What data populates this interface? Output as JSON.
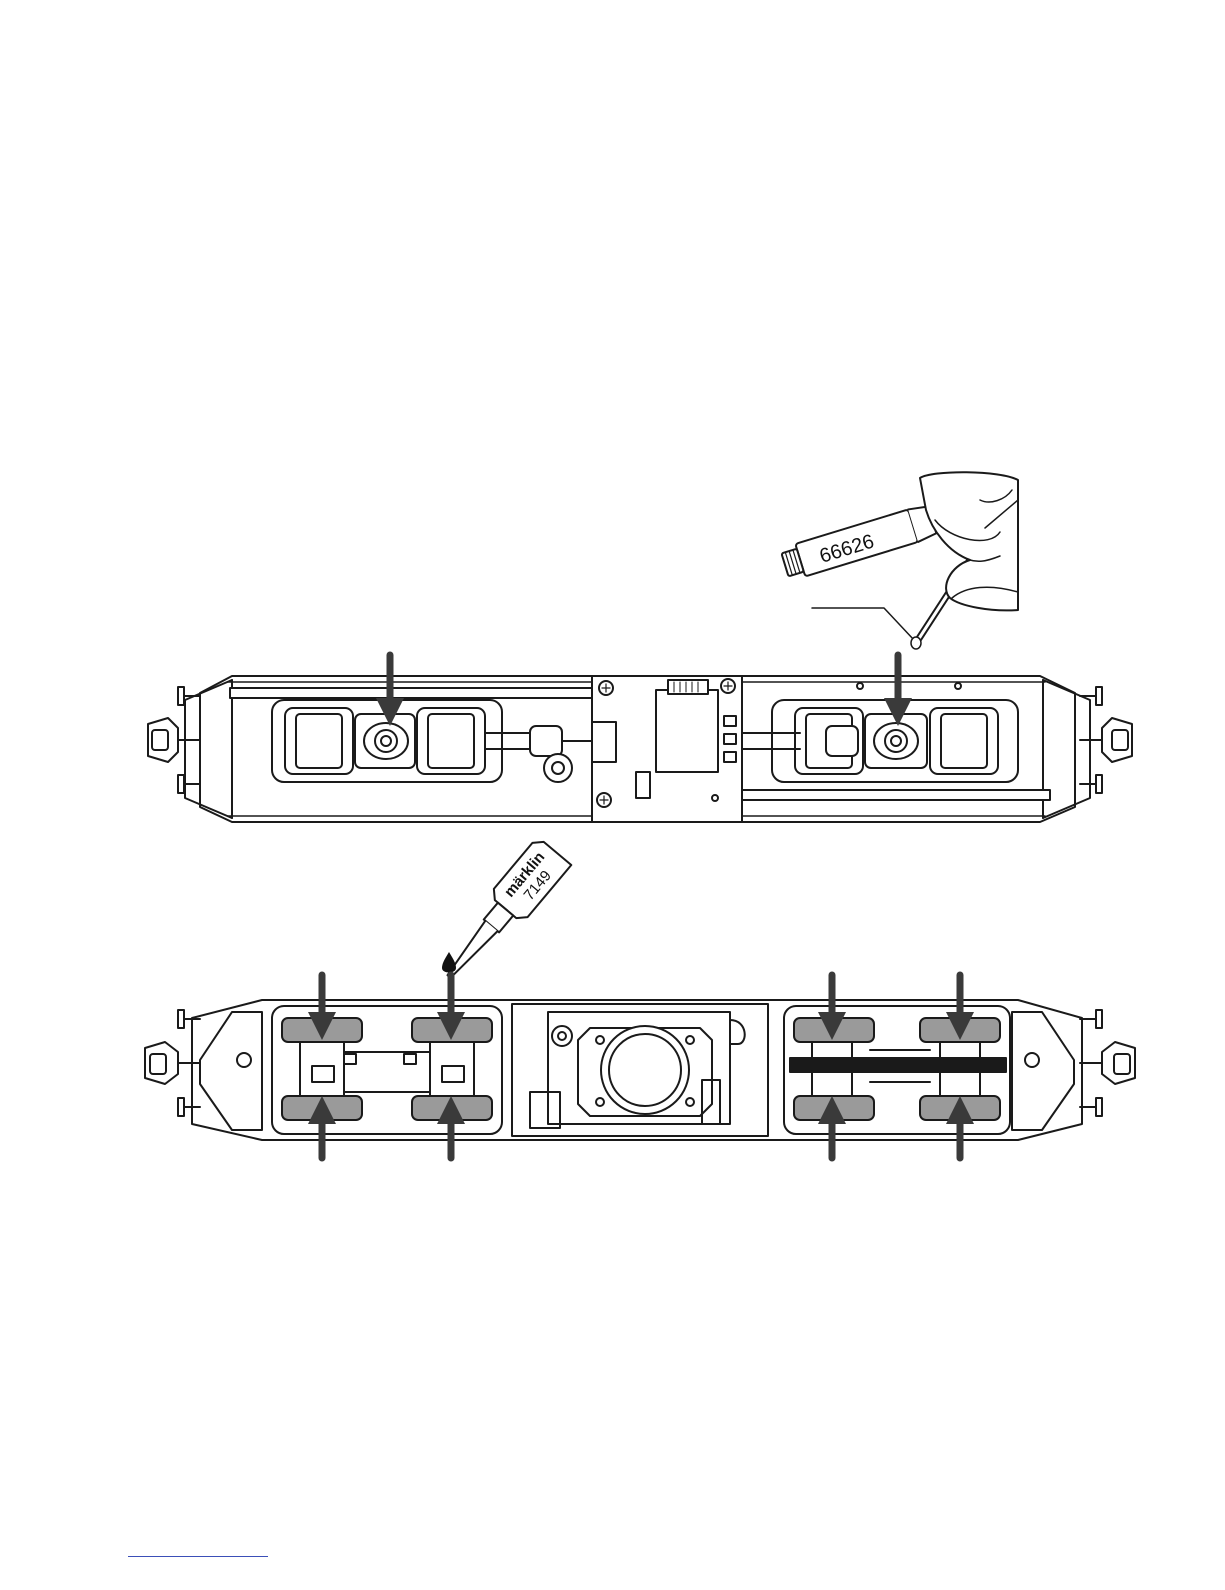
{
  "illustration": {
    "grease_tube_label": "66626",
    "oil_bottle_brand": "märklin",
    "oil_bottle_number": "7149"
  },
  "colors": {
    "line": "#1a1a1a",
    "arrow": "#3a3a3a",
    "grease_fill": "#9a9a9a",
    "footer_rule": "#3b4fb8"
  },
  "icons": [
    "grease-tube-icon",
    "hand-with-applicator-icon",
    "oil-bottle-icon",
    "oil-drop-icon",
    "arrow-down-icon",
    "arrow-up-icon"
  ]
}
